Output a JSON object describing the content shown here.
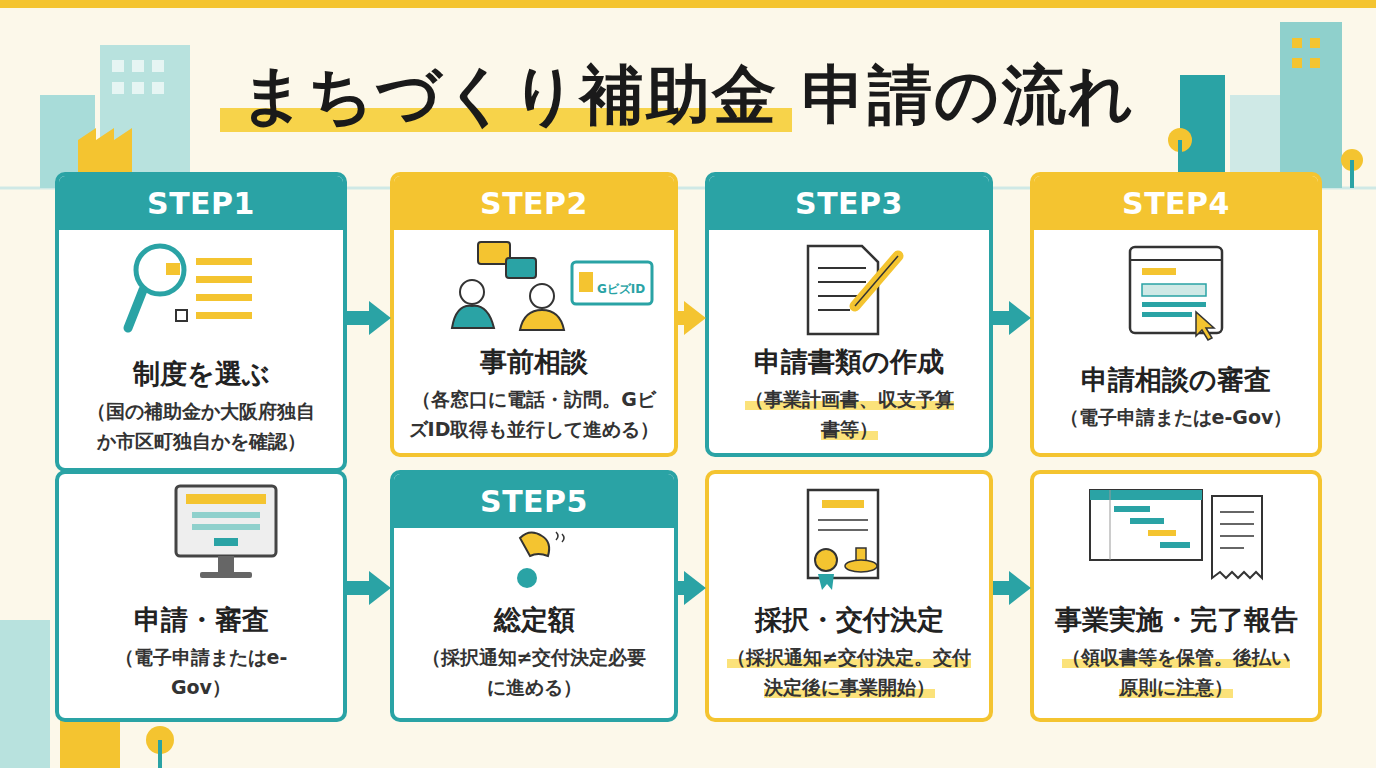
{
  "diagram": {
    "title": "まちづくり補助金 申請の流れ",
    "nodes": [
      {
        "text": [
          "STEP1",
          "制度を選ぶ",
          "（国の補助金か大阪府独自か市区町独自かを確認）"
        ]
      },
      {
        "text": [
          "STEP2",
          "事前相談",
          "（各窓口に電話・訪問。GビズID取得も並行して進める）"
        ]
      },
      {
        "text": [
          "STEP3",
          "申請書類の作成",
          "（事業計画書、収支予算書等）"
        ]
      },
      {
        "text": [
          "STEP4",
          "申請相談の審査",
          "（電子申請またはe-Gov）"
        ]
      },
      {
        "text": [
          "申請・審査",
          "（電子申請またはe-Gov）"
        ]
      },
      {
        "text": [
          "STEP5",
          "総定額",
          "（採択通知≠交付決定必要に進める）"
        ]
      },
      {
        "text": [
          "採択・交付決定",
          "（採択通知≠交付決定。交付決定後に事業開始）"
        ]
      },
      {
        "text": [
          "事業実施・完了報告",
          "（領収書等を保管。後払い原則に注意）"
        ]
      }
    ],
    "edges": [
      {
        "from": 0,
        "to": 1,
        "arrow": "to"
      },
      {
        "from": 1,
        "to": 2,
        "arrow": "to"
      },
      {
        "from": 2,
        "to": 3,
        "arrow": "to"
      },
      {
        "from": 4,
        "to": 5,
        "arrow": "to"
      },
      {
        "from": 5,
        "to": 6,
        "arrow": "to"
      },
      {
        "from": 6,
        "to": 7,
        "arrow": "to"
      }
    ],
    "labels": [
      "GビズID"
    ]
  }
}
